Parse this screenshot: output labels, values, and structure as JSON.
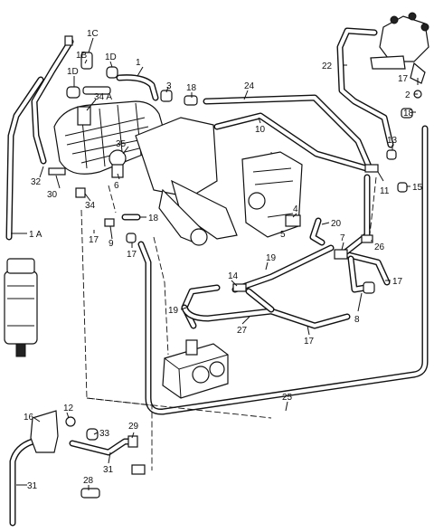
{
  "callouts": {
    "c1": "1",
    "c1A": "1 A",
    "c1B": "1B",
    "c1C": "1C",
    "c1D_a": "1D",
    "c1D_b": "1D",
    "c2": "2",
    "c3": "3",
    "c4": "4",
    "c5": "5",
    "c6": "6",
    "c7": "7",
    "c8": "8",
    "c9": "9",
    "c10": "10",
    "c11": "11",
    "c12": "12",
    "c13": "13",
    "c14": "14",
    "c15": "15",
    "c16": "16",
    "c17_a": "17",
    "c17_b": "17",
    "c17_c": "17",
    "c17_d": "17",
    "c17_e": "17",
    "c18_a": "18",
    "c18_b": "18",
    "c18_c": "18",
    "c19": "19",
    "c20": "20",
    "c22": "22",
    "c24": "24",
    "c25": "25",
    "c26": "26",
    "c27": "27",
    "c28": "28",
    "c29": "29",
    "c30": "30",
    "c31_a": "31",
    "c31_b": "31",
    "c32": "32",
    "c33": "33",
    "c34_a": "34",
    "c34A": "34 A",
    "c35": "35"
  }
}
